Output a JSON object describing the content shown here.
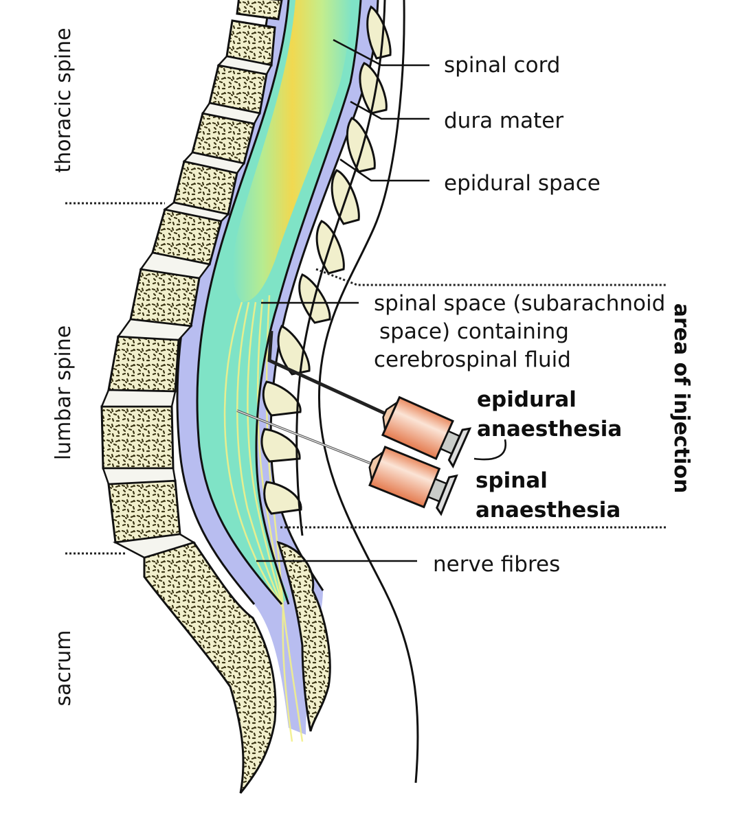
{
  "diagram": {
    "title": "Spinal and epidural anaesthesia – sagittal section of spine",
    "colors": {
      "bone": "#f1efcc",
      "bone_speckle": "#3a3414",
      "dura": "#b8bdf0",
      "csf": "#7fe3c6",
      "spinal_cord": "#f7d84a",
      "nerve_fibres": "#f2f08a",
      "syringe_barrel": "#f0a07a",
      "syringe_plunger": "#c9ccc9",
      "outline": "#111111"
    },
    "regions": [
      {
        "id": "thoracic",
        "label": "thoracic spine"
      },
      {
        "id": "lumbar",
        "label": "lumbar spine"
      },
      {
        "id": "sacrum",
        "label": "sacrum"
      }
    ],
    "area_label": "area of injection",
    "labels": {
      "spinal_cord": "spinal cord",
      "dura_mater": "dura mater",
      "epidural_space": "epidural space",
      "subarachnoid_line1": "spinal space (subarachnoid",
      "subarachnoid_line2": "space) containing",
      "subarachnoid_line3": "cerebrospinal fluid",
      "nerve_fibres": "nerve fibres"
    },
    "syringes": [
      {
        "id": "epidural",
        "label_line1": "epidural",
        "label_line2": "anaesthesia"
      },
      {
        "id": "spinal",
        "label_line1": "spinal",
        "label_line2": "anaesthesia"
      }
    ]
  }
}
